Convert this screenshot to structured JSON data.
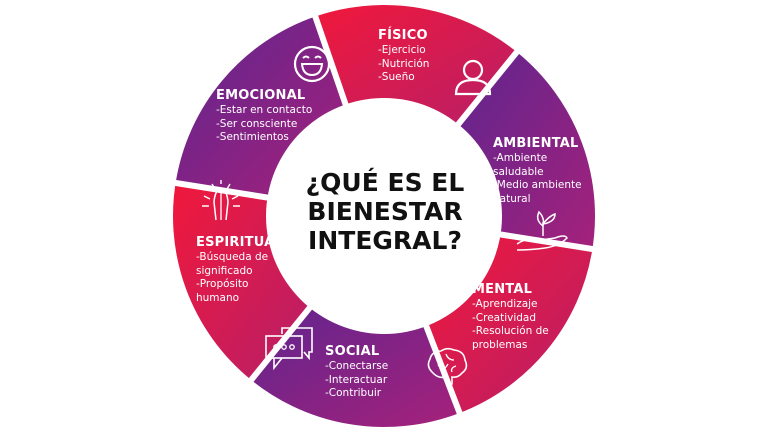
{
  "title": [
    "¿QUÉ ES EL",
    "BIENESTAR",
    "INTEGRAL?"
  ],
  "colors": {
    "red": "#e8193a",
    "purple": "#6a2488",
    "magenta": "#a1237a"
  },
  "segments": [
    {
      "name": "FÍSICO",
      "items": [
        "-Ejercicio",
        "-Nutrición",
        "-Sueño"
      ],
      "icon": "person-icon",
      "color": "red"
    },
    {
      "name": "AMBIENTAL",
      "items": [
        "-Ambiente",
        "saludable",
        "-Medio ambiente",
        "natural"
      ],
      "icon": "plant-hand-icon",
      "color": "purple"
    },
    {
      "name": "MENTAL",
      "items": [
        "-Aprendizaje",
        "-Creatividad",
        "-Resolución de",
        "problemas"
      ],
      "icon": "brain-icon",
      "color": "red"
    },
    {
      "name": "SOCIAL",
      "items": [
        "-Conectarse",
        "-Interactuar",
        "-Contribuir"
      ],
      "icon": "chat-bubbles-icon",
      "color": "purple"
    },
    {
      "name": "ESPIRITUAL",
      "items": [
        "-Búsqueda de",
        "significado",
        "-Propósito",
        "humano"
      ],
      "icon": "praying-hands-icon",
      "color": "red"
    },
    {
      "name": "EMOCIONAL",
      "items": [
        "-Estar en contacto",
        "-Ser consciente",
        "-Sentimientos"
      ],
      "icon": "smiley-icon",
      "color": "purple"
    }
  ]
}
